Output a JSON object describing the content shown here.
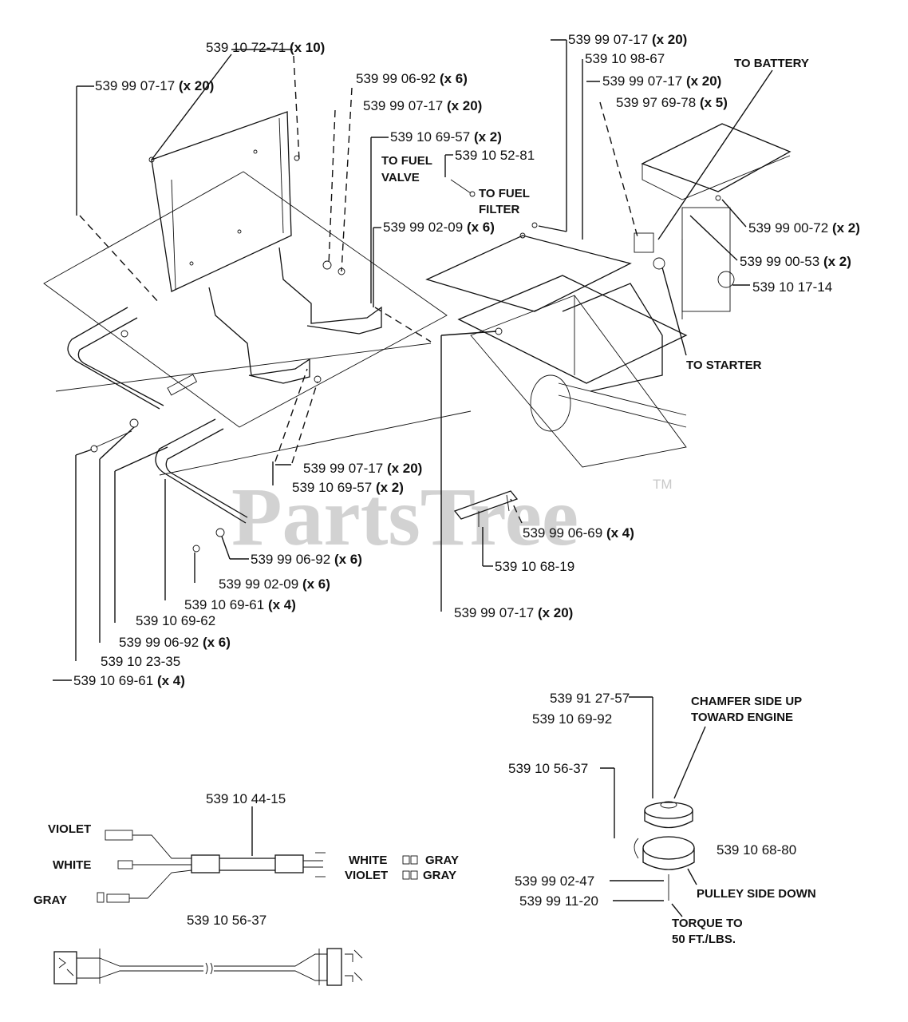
{
  "watermark": {
    "text": "PartsTree",
    "trademark": "TM"
  },
  "callouts": [
    {
      "id": "c1",
      "part": "539 10 72-71",
      "qty": "(x 10)"
    },
    {
      "id": "c2",
      "part": "539 99 07-17",
      "qty": "(x 20)"
    },
    {
      "id": "c3",
      "part": "539 99 06-92",
      "qty": "(x 6)"
    },
    {
      "id": "c4",
      "part": "539 99 07-17",
      "qty": "(x 20)"
    },
    {
      "id": "c5",
      "part": "539 10 69-57",
      "qty": "(x 2)"
    },
    {
      "id": "c6",
      "part": "539 10 52-81",
      "qty": ""
    },
    {
      "id": "c7",
      "part": "539 99 02-09",
      "qty": "(x 6)"
    },
    {
      "id": "c8",
      "part": "539 99 07-17",
      "qty": "(x 20)"
    },
    {
      "id": "c9",
      "part": "539 10 98-67",
      "qty": ""
    },
    {
      "id": "c10",
      "part": "539 99 07-17",
      "qty": "(x 20)"
    },
    {
      "id": "c11",
      "part": "539 97 69-78",
      "qty": "(x 5)"
    },
    {
      "id": "c12",
      "part": "539 99 00-72",
      "qty": "(x 2)"
    },
    {
      "id": "c13",
      "part": "539 99 00-53",
      "qty": "(x 2)"
    },
    {
      "id": "c14",
      "part": "539 10 17-14",
      "qty": ""
    },
    {
      "id": "c15",
      "part": "539 99 07-17",
      "qty": "(x 20)"
    },
    {
      "id": "c16",
      "part": "539 10 69-57",
      "qty": "(x 2)"
    },
    {
      "id": "c17",
      "part": "539 99 06-69",
      "qty": "(x 4)"
    },
    {
      "id": "c18",
      "part": "539 10 68-19",
      "qty": ""
    },
    {
      "id": "c19",
      "part": "539 99 06-92",
      "qty": "(x 6)"
    },
    {
      "id": "c20",
      "part": "539 99 02-09",
      "qty": "(x 6)"
    },
    {
      "id": "c21",
      "part": "539 10 69-61",
      "qty": "(x 4)"
    },
    {
      "id": "c22",
      "part": "539 10 69-62",
      "qty": ""
    },
    {
      "id": "c23",
      "part": "539 99 06-92",
      "qty": "(x 6)"
    },
    {
      "id": "c24",
      "part": "539 10 23-35",
      "qty": ""
    },
    {
      "id": "c25",
      "part": "539 10 69-61",
      "qty": "(x 4)"
    },
    {
      "id": "c26",
      "part": "539 99 07-17",
      "qty": "(x 20)"
    },
    {
      "id": "c27",
      "part": "539 91 27-57",
      "qty": ""
    },
    {
      "id": "c28",
      "part": "539 10 69-92",
      "qty": ""
    },
    {
      "id": "c29",
      "part": "539 10 56-37",
      "qty": ""
    },
    {
      "id": "c30",
      "part": "539 10 68-80",
      "qty": ""
    },
    {
      "id": "c31",
      "part": "539 99 02-47",
      "qty": ""
    },
    {
      "id": "c32",
      "part": "539 99 11-20",
      "qty": ""
    },
    {
      "id": "c33",
      "part": "539 10 44-15",
      "qty": ""
    },
    {
      "id": "c34",
      "part": "539 10 56-37",
      "qty": ""
    }
  ],
  "notes": {
    "to_battery": "TO BATTERY",
    "to_fuel_valve_1": "TO FUEL",
    "to_fuel_valve_2": "VALVE",
    "to_fuel_filter_1": "TO FUEL",
    "to_fuel_filter_2": "FILTER",
    "to_starter": "TO STARTER",
    "chamfer_1": "CHAMFER SIDE UP",
    "chamfer_2": "TOWARD ENGINE",
    "pulley_side_down": "PULLEY SIDE DOWN",
    "torque_1": "TORQUE TO",
    "torque_2": "50 FT./LBS."
  },
  "wires": {
    "violet": "VIOLET",
    "white": "WHITE",
    "gray": "GRAY",
    "white_right": "WHITE",
    "gray_right_1": "GRAY",
    "violet_right": "VIOLET",
    "gray_right_2": "GRAY"
  }
}
